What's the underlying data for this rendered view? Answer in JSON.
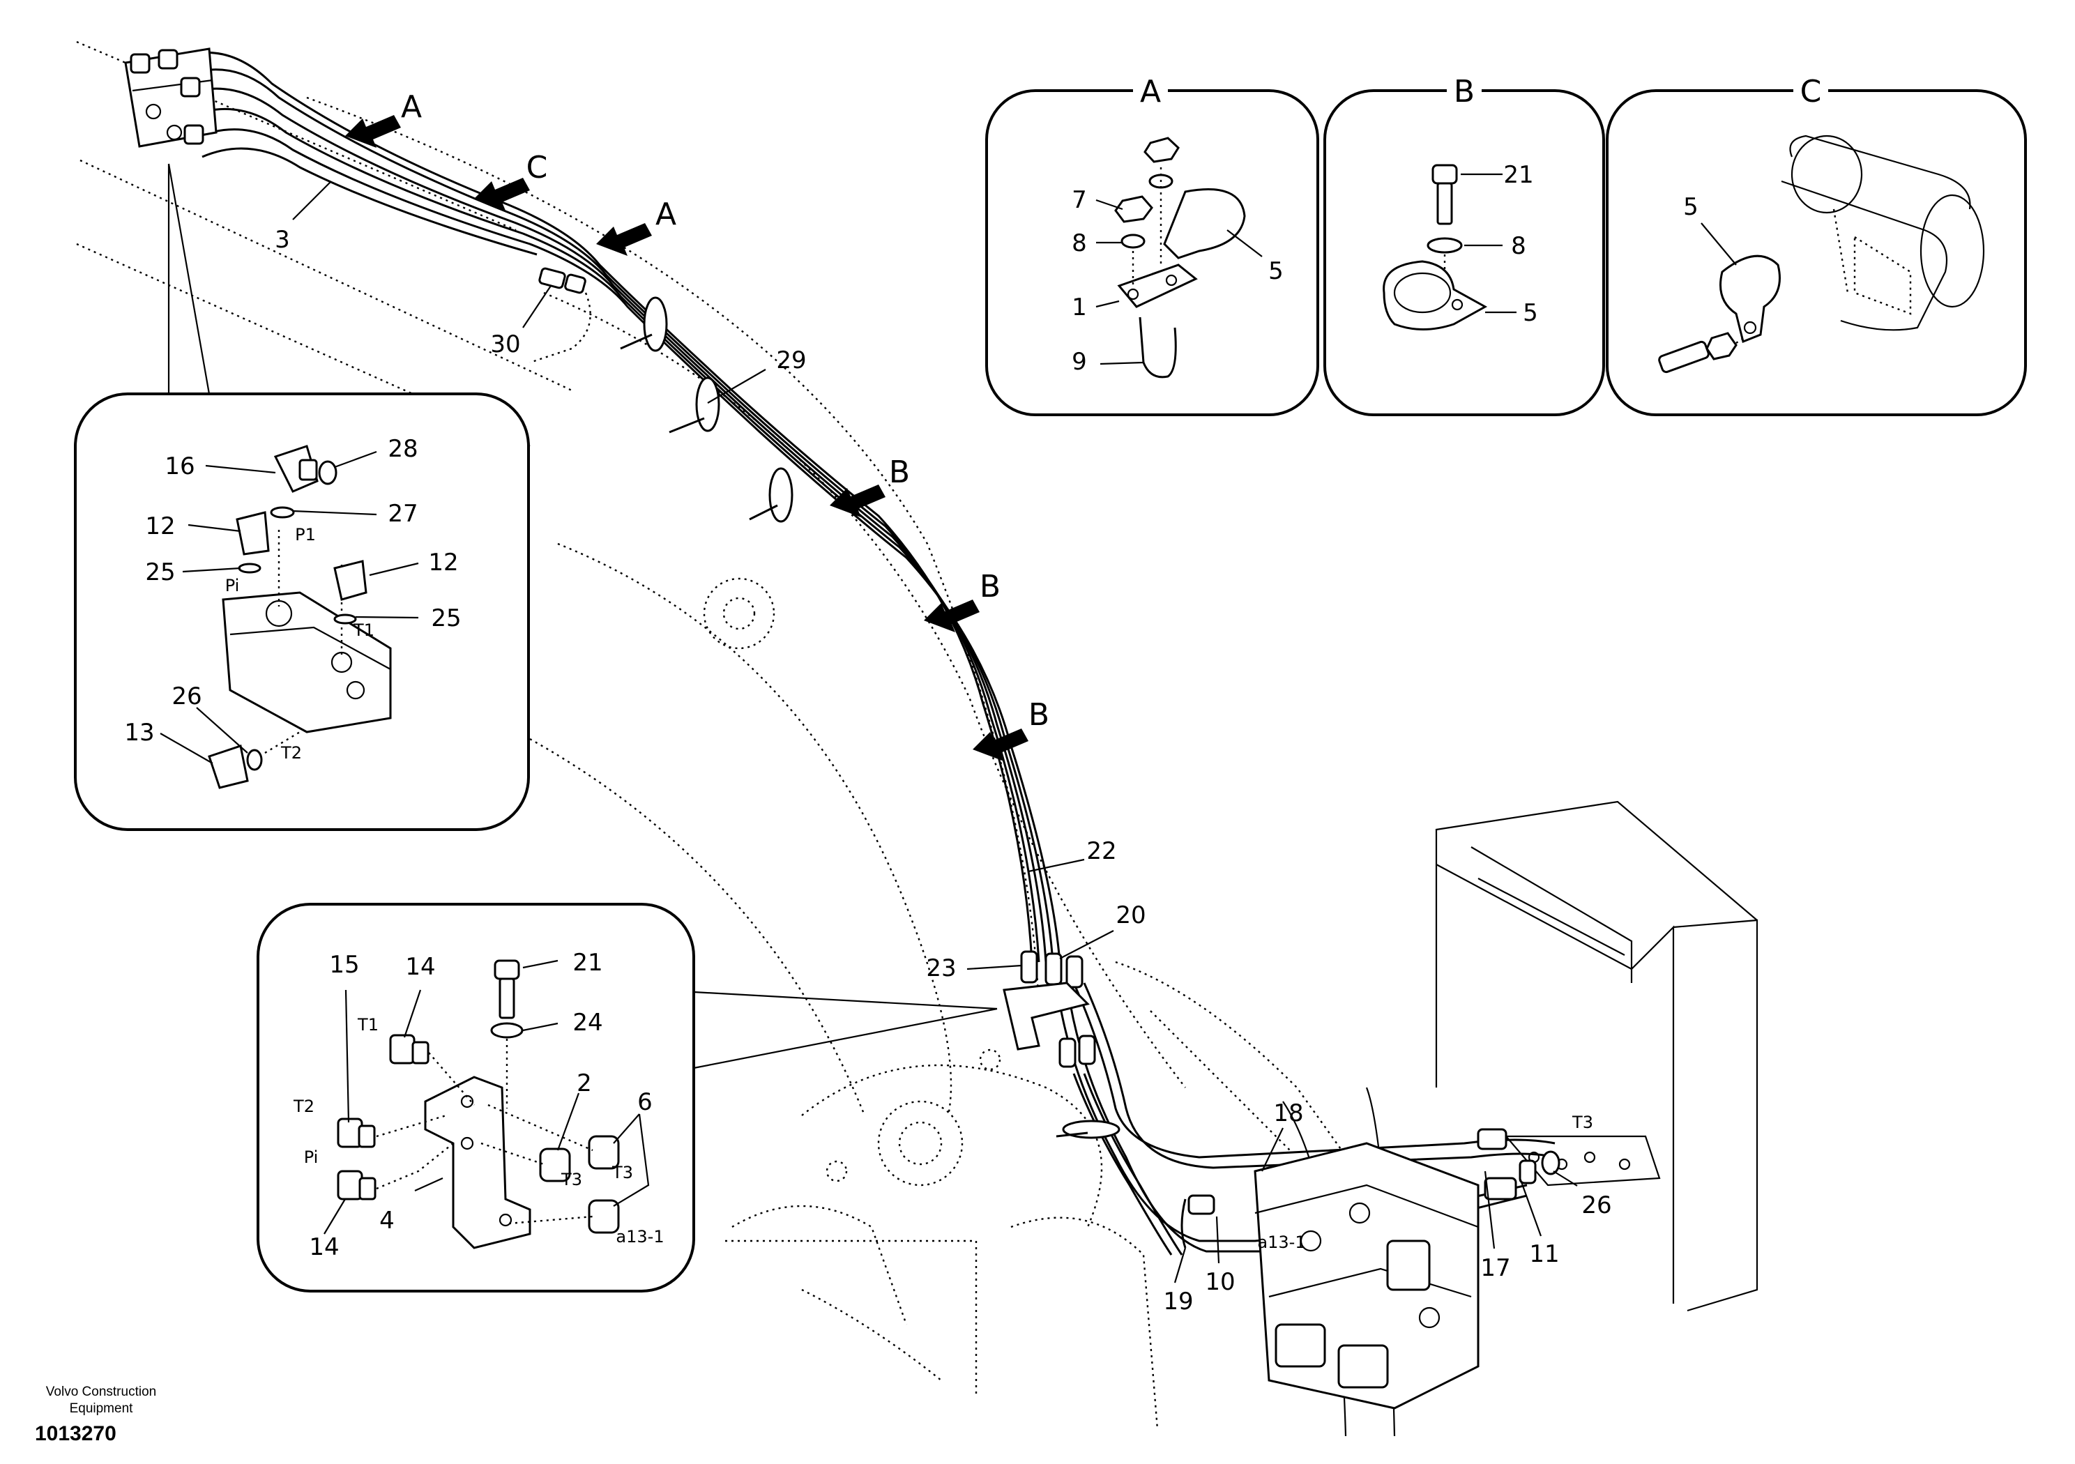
{
  "footer": {
    "brand_line1": "Volvo Construction",
    "brand_line2": "Equipment",
    "drawing_number": "1013270"
  },
  "view_letters": {
    "a": "A",
    "b": "B",
    "c": "C"
  },
  "callouts": {
    "c1": "1",
    "c2": "2",
    "c3": "3",
    "c4": "4",
    "c5": "5",
    "c6": "6",
    "c7": "7",
    "c8": "8",
    "c9": "9",
    "c10": "10",
    "c11": "11",
    "c12": "12",
    "c13": "13",
    "c14": "14",
    "c15": "15",
    "c16": "16",
    "c17": "17",
    "c18": "18",
    "c19": "19",
    "c20": "20",
    "c21": "21",
    "c22": "22",
    "c23": "23",
    "c24": "24",
    "c25": "25",
    "c26": "26",
    "c27": "27",
    "c28": "28",
    "c29": "29",
    "c30": "30"
  },
  "ports": {
    "p1": "P1",
    "pi": "Pi",
    "t1": "T1",
    "t2": "T2",
    "t3": "T3",
    "a13": "a13-1"
  },
  "colors": {
    "ink": "#000000",
    "paper": "#ffffff"
  }
}
